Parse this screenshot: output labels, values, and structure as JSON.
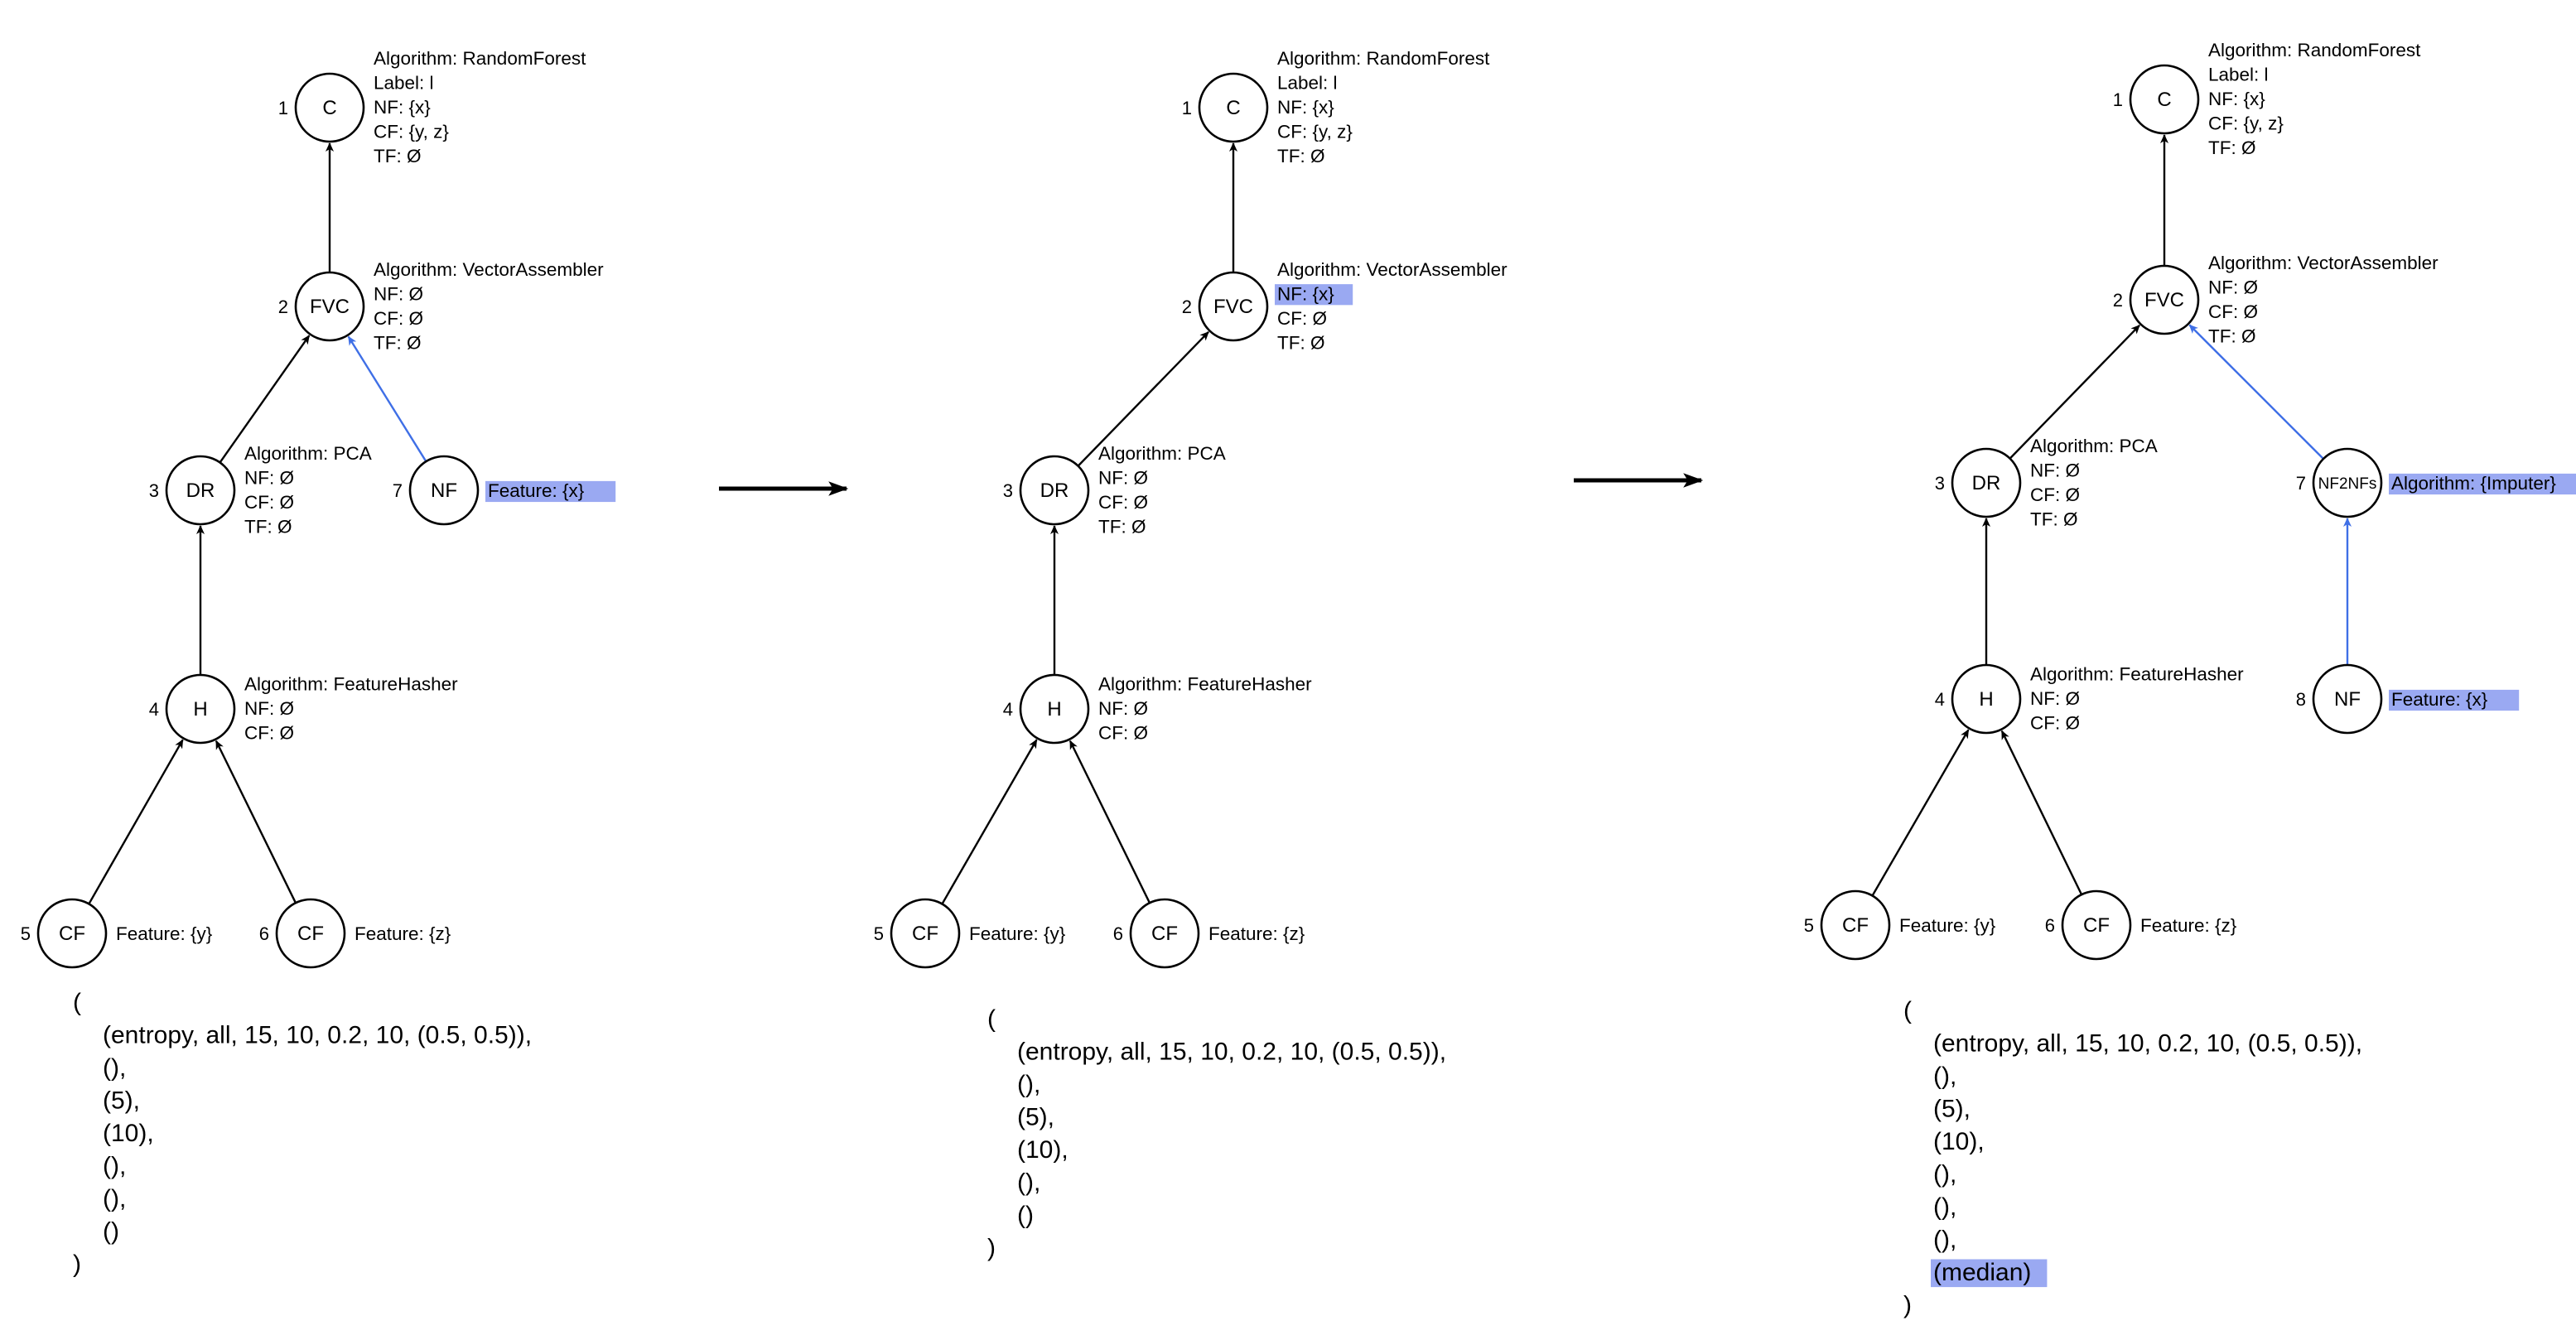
{
  "colors": {
    "black": "#000000",
    "highlight_blue": "#3f6fe6",
    "highlight_fill": "#9aa9f2",
    "new_node_fill": "#fbf39a"
  },
  "arrow_label": "transformation-arrow",
  "panels": [
    {
      "id": "p1",
      "nodes": [
        {
          "id": "1",
          "label": "C",
          "ann": [
            {
              "t": "Algorithm: RandomForest"
            },
            {
              "t": "Label: l"
            },
            {
              "t": "NF: {x}"
            },
            {
              "t": "CF: {y, z}"
            },
            {
              "t": "TF: Ø"
            }
          ]
        },
        {
          "id": "2",
          "label": "FVC",
          "ann": [
            {
              "t": "Algorithm: VectorAssembler"
            },
            {
              "t": "NF: Ø"
            },
            {
              "t": "CF: Ø"
            },
            {
              "t": "TF: Ø"
            }
          ]
        },
        {
          "id": "3",
          "label": "DR",
          "ann": [
            {
              "t": "Algorithm: PCA"
            },
            {
              "t": "NF: Ø"
            },
            {
              "t": "CF: Ø"
            },
            {
              "t": "TF: Ø"
            }
          ]
        },
        {
          "id": "7",
          "label": "NF",
          "style": "new",
          "ann": [
            {
              "t": "Feature: {x}",
              "hl": true
            }
          ]
        },
        {
          "id": "4",
          "label": "H",
          "ann": [
            {
              "t": "Algorithm: FeatureHasher"
            },
            {
              "t": "NF: Ø"
            },
            {
              "t": "CF: Ø"
            }
          ]
        },
        {
          "id": "5",
          "label": "CF",
          "ann": [
            {
              "t": "Feature: {y}"
            }
          ]
        },
        {
          "id": "6",
          "label": "CF",
          "ann": [
            {
              "t": "Feature: {z}"
            }
          ]
        }
      ],
      "edges": [
        [
          "2",
          "1"
        ],
        [
          "3",
          "2"
        ],
        [
          "7",
          "2",
          "blue"
        ],
        [
          "4",
          "3"
        ],
        [
          "5",
          "4"
        ],
        [
          "6",
          "4"
        ]
      ],
      "code": [
        {
          "t": "("
        },
        {
          "t": "(entropy, all, 15, 10, 0.2, 10, (0.5, 0.5)),"
        },
        {
          "t": "(),"
        },
        {
          "t": "(5),"
        },
        {
          "t": "(10),"
        },
        {
          "t": "(),"
        },
        {
          "t": "(),"
        },
        {
          "t": "()"
        },
        {
          "t": ")"
        }
      ]
    },
    {
      "id": "p2",
      "nodes": [
        {
          "id": "1",
          "label": "C",
          "ann": [
            {
              "t": "Algorithm: RandomForest"
            },
            {
              "t": "Label: l"
            },
            {
              "t": "NF: {x}"
            },
            {
              "t": "CF: {y, z}"
            },
            {
              "t": "TF: Ø"
            }
          ]
        },
        {
          "id": "2",
          "label": "FVC",
          "ann": [
            {
              "t": "Algorithm: VectorAssembler"
            },
            {
              "t": "NF: {x}",
              "hl": true
            },
            {
              "t": "CF: Ø"
            },
            {
              "t": "TF: Ø"
            }
          ]
        },
        {
          "id": "3",
          "label": "DR",
          "ann": [
            {
              "t": "Algorithm: PCA"
            },
            {
              "t": "NF: Ø"
            },
            {
              "t": "CF: Ø"
            },
            {
              "t": "TF: Ø"
            }
          ]
        },
        {
          "id": "4",
          "label": "H",
          "ann": [
            {
              "t": "Algorithm: FeatureHasher"
            },
            {
              "t": "NF: Ø"
            },
            {
              "t": "CF: Ø"
            }
          ]
        },
        {
          "id": "5",
          "label": "CF",
          "ann": [
            {
              "t": "Feature: {y}"
            }
          ]
        },
        {
          "id": "6",
          "label": "CF",
          "ann": [
            {
              "t": "Feature: {z}"
            }
          ]
        }
      ],
      "edges": [
        [
          "2",
          "1"
        ],
        [
          "3",
          "2"
        ],
        [
          "4",
          "3"
        ],
        [
          "5",
          "4"
        ],
        [
          "6",
          "4"
        ]
      ],
      "code": [
        {
          "t": "("
        },
        {
          "t": "(entropy, all, 15, 10, 0.2, 10, (0.5, 0.5)),"
        },
        {
          "t": "(),"
        },
        {
          "t": "(5),"
        },
        {
          "t": "(10),"
        },
        {
          "t": "(),"
        },
        {
          "t": "()"
        },
        {
          "t": ")"
        }
      ]
    },
    {
      "id": "p3",
      "nodes": [
        {
          "id": "1",
          "label": "C",
          "ann": [
            {
              "t": "Algorithm: RandomForest"
            },
            {
              "t": "Label: l"
            },
            {
              "t": "NF: {x}"
            },
            {
              "t": "CF: {y, z}"
            },
            {
              "t": "TF: Ø"
            }
          ]
        },
        {
          "id": "2",
          "label": "FVC",
          "ann": [
            {
              "t": "Algorithm: VectorAssembler"
            },
            {
              "t": "NF: Ø"
            },
            {
              "t": "CF: Ø"
            },
            {
              "t": "TF: Ø"
            }
          ]
        },
        {
          "id": "3",
          "label": "DR",
          "ann": [
            {
              "t": "Algorithm: PCA"
            },
            {
              "t": "NF: Ø"
            },
            {
              "t": "CF: Ø"
            },
            {
              "t": "TF: Ø"
            }
          ]
        },
        {
          "id": "7",
          "label": "NF2NFs",
          "style": "blue",
          "ann": [
            {
              "t": "Algorithm: {Imputer}",
              "hl": true
            }
          ]
        },
        {
          "id": "4",
          "label": "H",
          "ann": [
            {
              "t": "Algorithm: FeatureHasher"
            },
            {
              "t": "NF: Ø"
            },
            {
              "t": "CF: Ø"
            }
          ]
        },
        {
          "id": "8",
          "label": "NF",
          "style": "blue",
          "ann": [
            {
              "t": "Feature: {x}",
              "hl": true
            }
          ]
        },
        {
          "id": "5",
          "label": "CF",
          "ann": [
            {
              "t": "Feature: {y}"
            }
          ]
        },
        {
          "id": "6",
          "label": "CF",
          "ann": [
            {
              "t": "Feature: {z}"
            }
          ]
        }
      ],
      "edges": [
        [
          "2",
          "1"
        ],
        [
          "3",
          "2"
        ],
        [
          "7",
          "2",
          "blue"
        ],
        [
          "8",
          "7",
          "blue"
        ],
        [
          "4",
          "3"
        ],
        [
          "5",
          "4"
        ],
        [
          "6",
          "4"
        ]
      ],
      "code": [
        {
          "t": "("
        },
        {
          "t": "(entropy, all, 15, 10, 0.2, 10, (0.5, 0.5)),"
        },
        {
          "t": "(),"
        },
        {
          "t": "(5),"
        },
        {
          "t": "(10),"
        },
        {
          "t": "(),"
        },
        {
          "t": "(),"
        },
        {
          "t": "(),"
        },
        {
          "t": "(median)",
          "hl": true
        },
        {
          "t": ")"
        }
      ]
    }
  ]
}
